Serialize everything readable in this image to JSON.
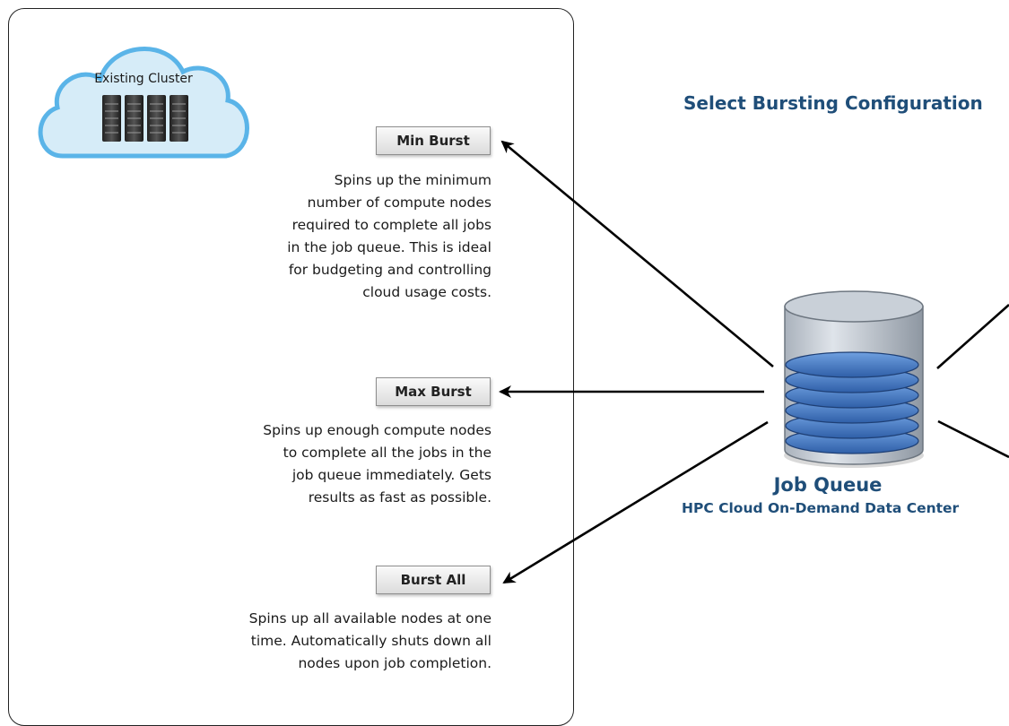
{
  "cloud": {
    "label": "Existing Cluster"
  },
  "header": {
    "title": "Select Bursting Configuration"
  },
  "options": [
    {
      "button": "Min Burst",
      "description": "Spins up the minimum\nnumber of compute nodes\nrequired to complete all jobs\nin the job queue. This is ideal\nfor budgeting and controlling\ncloud usage costs."
    },
    {
      "button": "Max Burst",
      "description": "Spins up enough compute nodes\nto complete all the jobs in the\njob queue immediately. Gets\nresults as fast as possible."
    },
    {
      "button": "Burst All",
      "description": "Spins up all available nodes at one\ntime. Automatically shuts down all\nnodes upon job completion."
    }
  ],
  "job_queue": {
    "title": "Job Queue",
    "subtitle": "HPC Cloud On-Demand Data Center"
  },
  "colors": {
    "accent": "#1f4e79",
    "cloud_fill": "#d6ecf8",
    "cloud_stroke": "#5ab4e8",
    "disk_blue": "#3b74c4"
  }
}
